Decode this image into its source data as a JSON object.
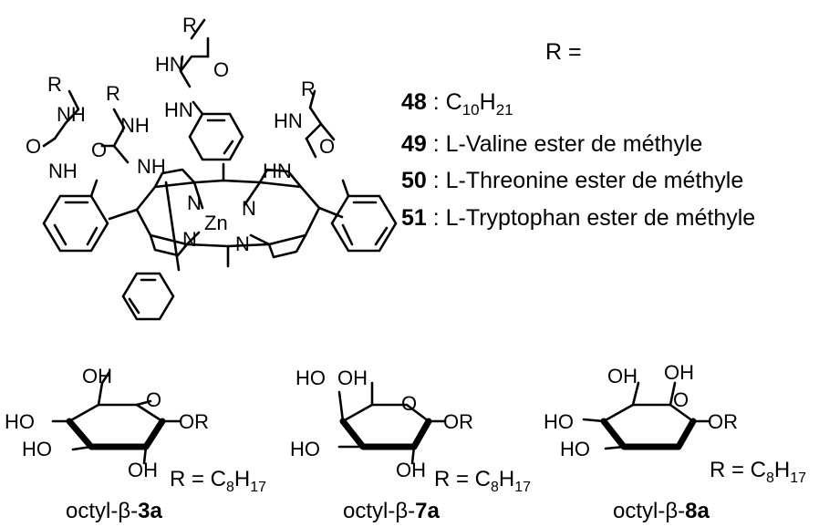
{
  "r_header": "R =",
  "legend": [
    {
      "num": "48",
      "sep": " : ",
      "text_main": "C",
      "sub1": "10",
      "text_mid": "H",
      "sub2": "21",
      "tail": ""
    },
    {
      "num": "49",
      "sep": " : ",
      "text": "L-Valine ester de méthyle"
    },
    {
      "num": "50",
      "sep": " : ",
      "text": "L-Threonine ester de méthyle"
    },
    {
      "num": "51",
      "sep": " : ",
      "text": "L-Tryptophan ester de méthyle"
    }
  ],
  "porphyrin_atoms": {
    "R": "R",
    "NH": "NH",
    "HN": "HN",
    "N": "N",
    "O": "O",
    "Zn": "Zn"
  },
  "sugars": [
    {
      "prefix": "octyl-β-",
      "id": "3a",
      "r_eq": "R = C",
      "r_sub1": "8",
      "r_h": "H",
      "r_sub2": "17"
    },
    {
      "prefix": "octyl-β-",
      "id": "7a",
      "r_eq": "R = C",
      "r_sub1": "8",
      "r_h": "H",
      "r_sub2": "17"
    },
    {
      "prefix": "octyl-β-",
      "id": "8a",
      "r_eq": "R = C",
      "r_sub1": "8",
      "r_h": "H",
      "r_sub2": "17"
    }
  ],
  "sugar_atoms": {
    "OH": "OH",
    "HO": "HO",
    "O": "O",
    "OR": "OR"
  }
}
